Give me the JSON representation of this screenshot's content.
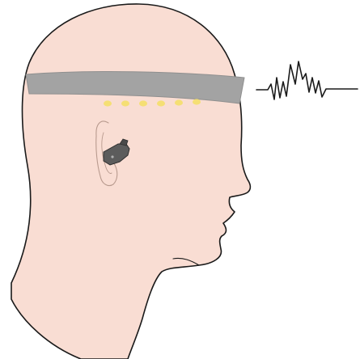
{
  "figure": {
    "subject": "head-profile-facing-right",
    "device": "eeg-headband",
    "earpiece": "in-ear-device",
    "signal": "waveform",
    "electrode_count": 6,
    "colors": {
      "background": "#ffffff",
      "skin": "#f9ddd3",
      "outline": "#1a1a1a",
      "band": "#a3a3a3",
      "band_edge": "#8f8f8f",
      "electrode": "#f5df74",
      "earpiece": "#5c5c5c",
      "ear_detail": "#b89a8e"
    }
  }
}
